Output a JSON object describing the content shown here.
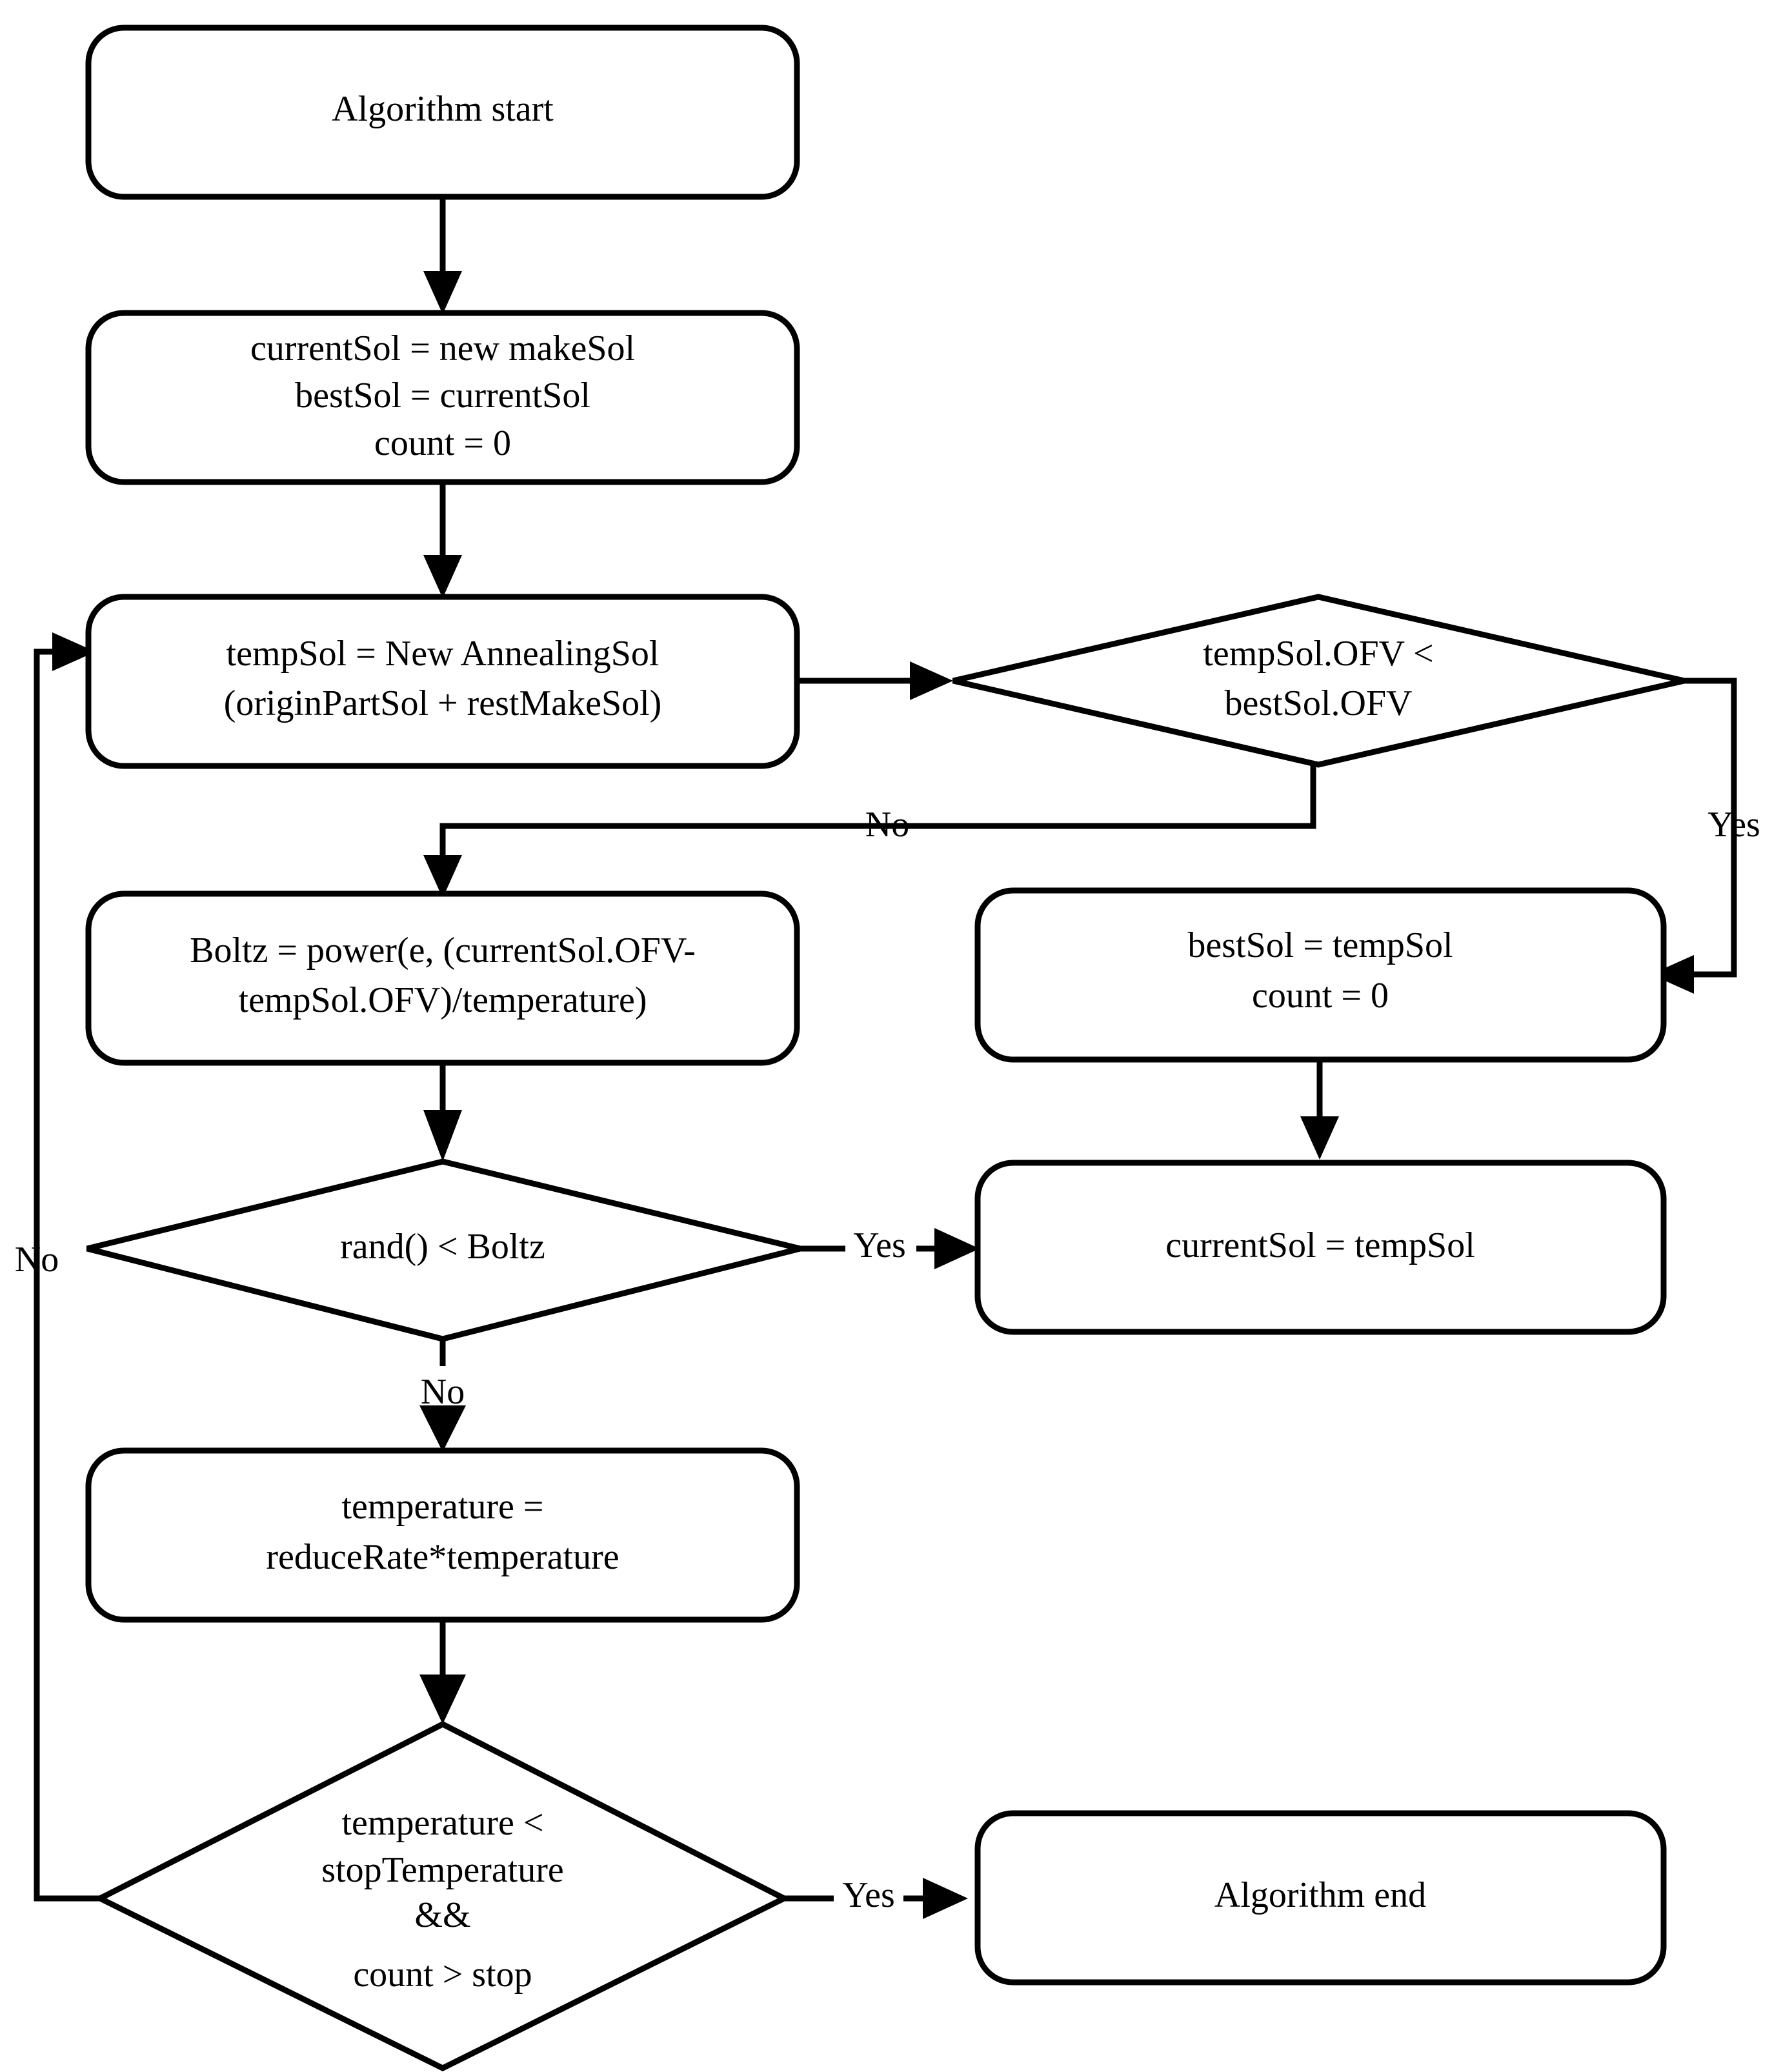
{
  "diagram": {
    "title": "Simulated Annealing Algorithm Flowchart",
    "background_color": "#ffffff",
    "line_color": "#000000",
    "text_color": "#000000"
  },
  "nodes": {
    "start": {
      "shape": "rounded-rectangle",
      "lines": [
        "Algorithm start"
      ]
    },
    "init": {
      "shape": "rounded-rectangle",
      "lines": [
        "currentSol = new makeSol",
        "bestSol = currentSol",
        "count = 0"
      ]
    },
    "new_annealing_sol": {
      "shape": "rounded-rectangle",
      "lines": [
        "tempSol = New AnnealingSol",
        "(originPartSol + restMakeSol)"
      ]
    },
    "compare_ofv": {
      "shape": "diamond",
      "lines": [
        "tempSol.OFV <",
        "bestSol.OFV"
      ]
    },
    "boltz": {
      "shape": "rounded-rectangle",
      "lines": [
        "Boltz = power(e, (currentSol.OFV-",
        "tempSol.OFV)/temperature)"
      ]
    },
    "update_best": {
      "shape": "rounded-rectangle",
      "lines": [
        "bestSol = tempSol",
        "count = 0"
      ]
    },
    "rand_check": {
      "shape": "diamond",
      "lines": [
        "rand() < Boltz"
      ]
    },
    "update_current": {
      "shape": "rounded-rectangle",
      "lines": [
        "currentSol = tempSol"
      ]
    },
    "reduce_temperature": {
      "shape": "rounded-rectangle",
      "lines": [
        "temperature =",
        "reduceRate*temperature"
      ]
    },
    "stop_check": {
      "shape": "diamond",
      "lines": [
        "temperature <",
        "stopTemperature",
        "&&",
        "count > stop"
      ]
    },
    "end": {
      "shape": "rounded-rectangle",
      "lines": [
        "Algorithm end"
      ]
    }
  },
  "edge_labels": {
    "compare_yes": "Yes",
    "compare_no": "No",
    "rand_yes": "Yes",
    "rand_no": "No",
    "stop_yes": "Yes",
    "stop_no": "No"
  }
}
